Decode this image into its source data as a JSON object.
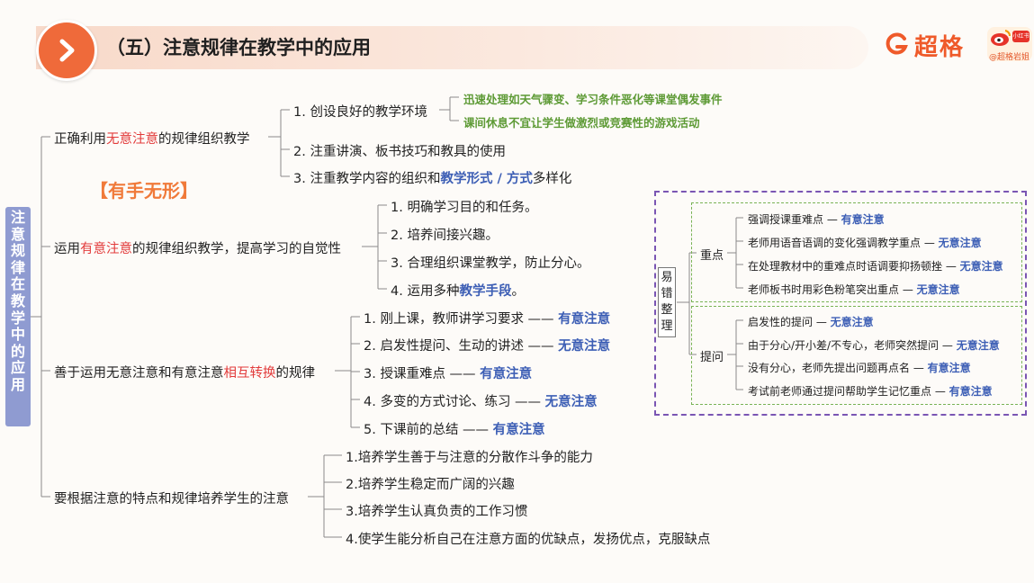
{
  "header": {
    "title": "（五）注意规律在教学中的应用",
    "logo_text": "超格",
    "weibo_handle": "@超格岩姐",
    "weibo_tag": "小红书"
  },
  "colors": {
    "accent": "#ef6a3a",
    "root_bg": "#8f9bd1",
    "highlight_red": "#e23b3b",
    "answer_blue": "#3d5fb5",
    "note_green": "#5d9a35",
    "panel_border": "#7a55b3"
  },
  "root": {
    "label": "注意规律在教学中的应用"
  },
  "stamp": "【有手无形】",
  "branch1": {
    "pre": "正确利用",
    "hl": "无意注意",
    "post": "的规律组织教学",
    "items": [
      {
        "text": "1. 创设良好的教学环境"
      },
      {
        "text": "2. 注重讲演、板书技巧和教具的使用"
      },
      {
        "pre": "3. 注重教学内容的组织和",
        "hl": "教学形式 / 方式",
        "post": "多样化"
      }
    ],
    "notes": [
      "迅速处理如天气骤变、学习条件恶化等课堂偶发事件",
      "课间休息不宜让学生做激烈或竞赛性的游戏活动"
    ]
  },
  "branch2": {
    "pre": "运用",
    "hl": "有意注意",
    "post": "的规律组织教学，提高学习的自觉性",
    "items": [
      {
        "text": "1. 明确学习目的和任务。"
      },
      {
        "text": "2. 培养间接兴趣。"
      },
      {
        "text": "3. 合理组织课堂教学，防止分心。"
      },
      {
        "pre": "4. 运用多种",
        "hl": "教学手段",
        "post": "。"
      }
    ]
  },
  "branch3": {
    "pre": "善于运用无意注意和有意注意",
    "hl": "相互转换",
    "post": "的规律",
    "items": [
      {
        "text": "1. 刚上课，教师讲学习要求 ——",
        "ans": "有意注意"
      },
      {
        "text": "2. 启发性提问、生动的讲述 ——",
        "ans": "无意注意"
      },
      {
        "text": "3. 授课重难点 ——",
        "ans": "有意注意"
      },
      {
        "text": "4. 多变的方式讨论、练习 ——",
        "ans": "无意注意"
      },
      {
        "text": "5. 下课前的总结 ——",
        "ans": "有意注意"
      }
    ]
  },
  "branch4": {
    "text": "要根据注意的特点和规律培养学生的注意",
    "items": [
      "1.培养学生善于与注意的分散作斗争的能力",
      "2.培养学生稳定而广阔的兴趣",
      "3.培养学生认真负责的工作习惯",
      "4.使学生能分析自己在注意方面的优缺点，发扬优点，克服缺点"
    ]
  },
  "panel": {
    "label": "易错整理",
    "groups": [
      {
        "name": "重点",
        "items": [
          {
            "text": "强调授课重难点 —",
            "ans": "有意注意"
          },
          {
            "text": "老师用语音语调的变化强调教学重点 —",
            "ans": "无意注意"
          },
          {
            "text": "在处理教材中的重难点时语调要抑扬顿挫 —",
            "ans": "无意注意"
          },
          {
            "text": "老师板书时用彩色粉笔突出重点 —",
            "ans": "无意注意"
          }
        ]
      },
      {
        "name": "提问",
        "items": [
          {
            "text": "启发性的提问 —",
            "ans": "无意注意"
          },
          {
            "text": "由于分心/开小差/不专心，老师突然提问 —",
            "ans": "无意注意"
          },
          {
            "text": "没有分心，老师先提出问题再点名 —",
            "ans": "有意注意"
          },
          {
            "text": "考试前老师通过提问帮助学生记忆重点 —",
            "ans": "有意注意"
          }
        ]
      }
    ]
  }
}
